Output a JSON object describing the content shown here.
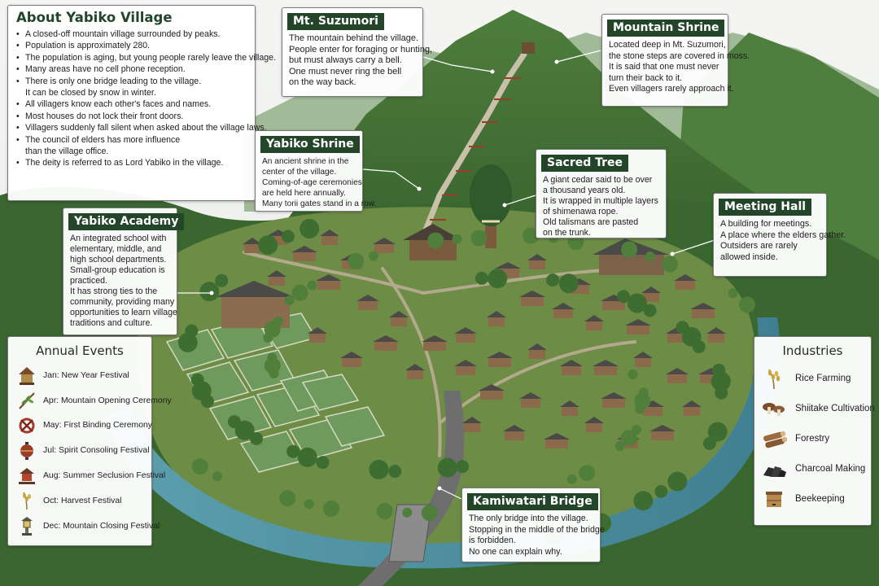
{
  "about": {
    "title": "About Yabiko Village",
    "items": [
      {
        "text": "A closed-off mountain village surrounded by peaks.",
        "cont": false
      },
      {
        "text": "Population is approximately 280.",
        "cont": false
      },
      {
        "text": "The population is aging, but young people rarely leave the village.",
        "cont": false
      },
      {
        "text": "Many areas have no cell phone reception.",
        "cont": false
      },
      {
        "text": "There is only one bridge leading to the village.",
        "cont": false
      },
      {
        "text": "It can be closed by snow in winter.",
        "cont": true
      },
      {
        "text": "All villagers know each other's faces and names.",
        "cont": false
      },
      {
        "text": "Most houses do not lock their front doors.",
        "cont": false
      },
      {
        "text": "Villagers suddenly fall silent when asked about the village laws.",
        "cont": false
      },
      {
        "text": "The council of elders has more influence",
        "cont": false
      },
      {
        "text": "than the village office.",
        "cont": true
      },
      {
        "text": "The deity is referred to as Lord Yabiko in the village.",
        "cont": false
      }
    ]
  },
  "callouts": {
    "suzumori": {
      "title": "Mt. Suzumori",
      "lines": [
        "The mountain behind the village.",
        "People enter for foraging or hunting,",
        "but must always carry a bell.",
        "One must never ring the bell",
        "on the way back."
      ]
    },
    "mountain_shrine": {
      "title": "Mountain Shrine",
      "lines": [
        "Located deep in Mt. Suzumori,",
        "the stone steps are covered in moss.",
        "It is said that one must never",
        "turn their back to it.",
        "Even villagers rarely approach it."
      ]
    },
    "yabiko_shrine": {
      "title": "Yabiko Shrine",
      "lines": [
        "An ancient shrine in the",
        "center of the village.",
        "Coming-of-age ceremonies",
        "are held here annually.",
        "Many torii gates stand in a row."
      ]
    },
    "sacred_tree": {
      "title": "Sacred Tree",
      "lines": [
        "A giant cedar said to be over",
        "a thousand years old.",
        "It is wrapped in multiple layers",
        "of shimenawa rope.",
        "Old talismans are pasted",
        "on the trunk."
      ]
    },
    "meeting_hall": {
      "title": "Meeting Hall",
      "lines": [
        "A building for meetings.",
        "A place where the elders gather.",
        "Outsiders are rarely",
        "allowed inside."
      ]
    },
    "academy": {
      "title": "Yabiko Academy",
      "lines": [
        "An integrated school with",
        "elementary, middle, and",
        "high school departments.",
        "Small-group education is",
        "practiced.",
        "It has strong ties to the",
        "community, providing many",
        "opportunities to learn village",
        "traditions and culture."
      ]
    },
    "bridge": {
      "title": "Kamiwatari Bridge",
      "lines": [
        "The only bridge into the village.",
        "Stopping in the middle of the bridge",
        "is forbidden.",
        "No one can explain why."
      ]
    }
  },
  "events": {
    "title": "Annual Events",
    "items": [
      {
        "label": "Jan: New Year Festival",
        "icon": "shrine-altar-icon"
      },
      {
        "label": "Apr: Mountain Opening Ceremony",
        "icon": "sakaki-branch-icon"
      },
      {
        "label": "May: First Binding Ceremony",
        "icon": "rope-knot-icon"
      },
      {
        "label": "Jul: Spirit Consoling Festival",
        "icon": "lantern-icon"
      },
      {
        "label": "Aug: Summer Seclusion Festival",
        "icon": "mikoshi-icon"
      },
      {
        "label": "Oct: Harvest Festival",
        "icon": "rice-stalk-icon"
      },
      {
        "label": "Dec: Mountain Closing Festival",
        "icon": "stone-lantern-icon"
      }
    ]
  },
  "industries": {
    "title": "Industries",
    "items": [
      {
        "label": "Rice Farming",
        "icon": "rice-icon"
      },
      {
        "label": "Shiitake Cultivation",
        "icon": "mushroom-icon"
      },
      {
        "label": "Forestry",
        "icon": "logs-icon"
      },
      {
        "label": "Charcoal Making",
        "icon": "charcoal-icon"
      },
      {
        "label": "Beekeeping",
        "icon": "beehive-icon"
      }
    ]
  },
  "colors": {
    "title_bg": "#23452a",
    "forest_dark": "#2f5a2c",
    "forest_light": "#5d8a3f",
    "river": "#4f8fa0",
    "road": "#6e6e6e",
    "torii": "#9b3b2a"
  }
}
